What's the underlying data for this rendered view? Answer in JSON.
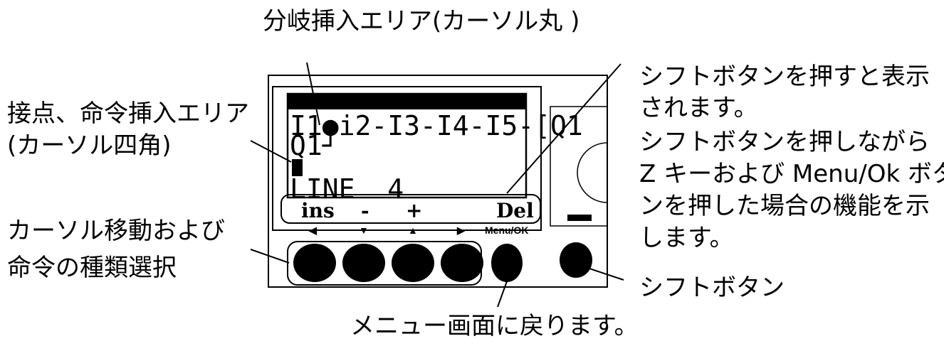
{
  "callouts": {
    "branch_insert_area": "分岐挿入エリア(カーソル丸 )",
    "contact_insert_area_line1": "接点、命令挿入エリア",
    "contact_insert_area_line2": "(カーソル四角)",
    "cursor_move_line1": "カーソル移動および",
    "cursor_move_line2": "命令の種類選択",
    "shift_display_line1": "シフトボタンを押すと表示",
    "shift_display_line2": "されます。",
    "shift_function_line1": "シフトボタンを押しながら",
    "shift_function_line2": "Z キーおよび Menu/Ok ボタ",
    "shift_function_line3": "ンを押した場合の機能を示",
    "shift_function_line4": "します。",
    "shift_button": "シフトボタン",
    "menu_return": "メニュー画面に戻ります。"
  },
  "lcd": {
    "row1": "I1●i2-I3-I4-I5-[Q1",
    "row2": "Q1┘",
    "row4": "LINE  4",
    "softkeys": {
      "ins": "ins",
      "minus": "-",
      "plus": "+",
      "del": "Del"
    }
  },
  "buttons": {
    "menu_ok_label": "Menu/OK",
    "arrow_left": "◀",
    "arrow_down": "▼",
    "arrow_up": "▲",
    "arrow_right": "▶"
  }
}
